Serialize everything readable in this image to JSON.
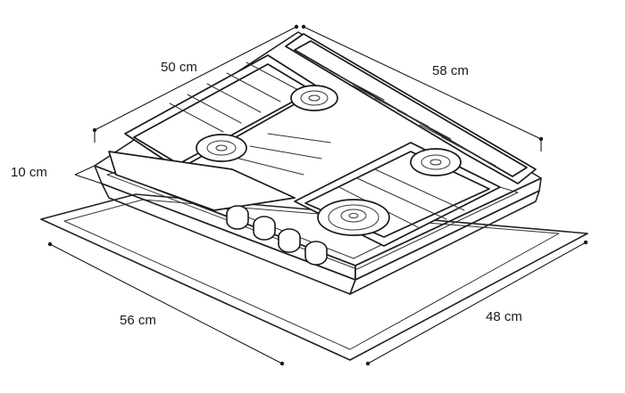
{
  "dimensions": {
    "top_depth": "50 cm",
    "top_width": "58 cm",
    "height": "10 cm",
    "cutout_width": "56 cm",
    "cutout_depth": "48 cm"
  },
  "parts": {
    "burners": 4,
    "knobs": 4
  }
}
